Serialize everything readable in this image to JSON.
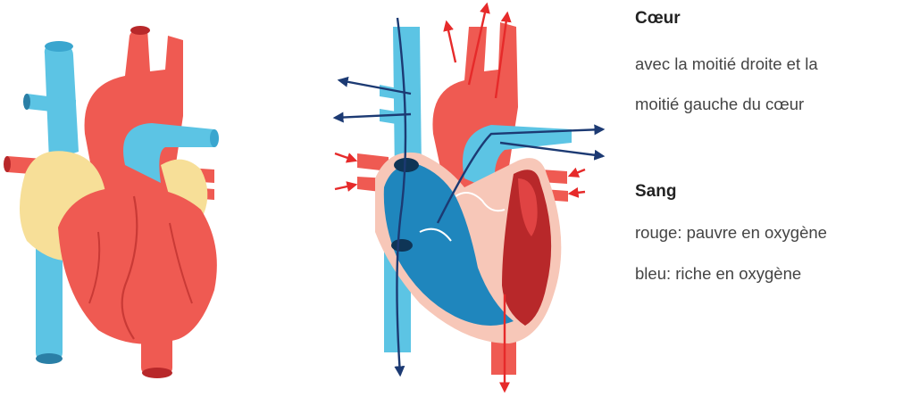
{
  "legend": {
    "heart_title": "Cœur",
    "heart_line1": "avec la moitié droite et la",
    "heart_line2": "moitié gauche du cœur",
    "blood_title": "Sang",
    "blood_line1": "rouge: pauvre en oxygène",
    "blood_line2": "bleu: riche en oxygène"
  },
  "colors": {
    "red": "#ef5a52",
    "dark_red": "#b8282a",
    "blue": "#5cc4e4",
    "deep_blue": "#1f86bd",
    "yellow": "#f7df98",
    "arrow_navy": "#1c3a73",
    "arrow_red": "#e62a2a",
    "wall": "#f7c7b8"
  },
  "icons": [
    "heart-exterior-illustration",
    "heart-cross-section-illustration",
    "arrow-icon"
  ]
}
